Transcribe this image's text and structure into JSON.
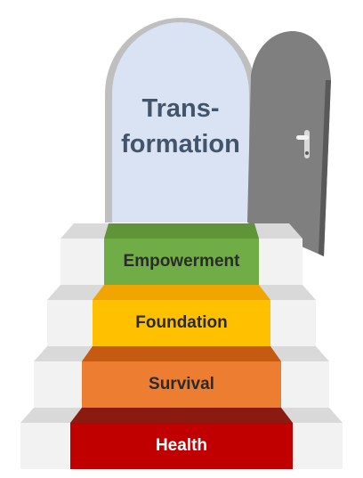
{
  "doorway": {
    "line1": "Trans-",
    "line2": "formation"
  },
  "steps": [
    {
      "label": "Empowerment",
      "color": "#70ad47",
      "tread_color": "#5f9438"
    },
    {
      "label": "Foundation",
      "color": "#ffc000",
      "tread_color": "#f0a500"
    },
    {
      "label": "Survival",
      "color": "#ed7d31",
      "tread_color": "#c55a11"
    },
    {
      "label": "Health",
      "color": "#c00000",
      "tread_color": "#8b1a10"
    }
  ],
  "colors": {
    "doorway_fill": "#dae3f3",
    "doorway_frame": "#bfbfbf",
    "door": "#7f7f7f",
    "stair_riser": "#f2f2f2",
    "stair_tread": "#d9d9d9",
    "text": "#44546a"
  }
}
